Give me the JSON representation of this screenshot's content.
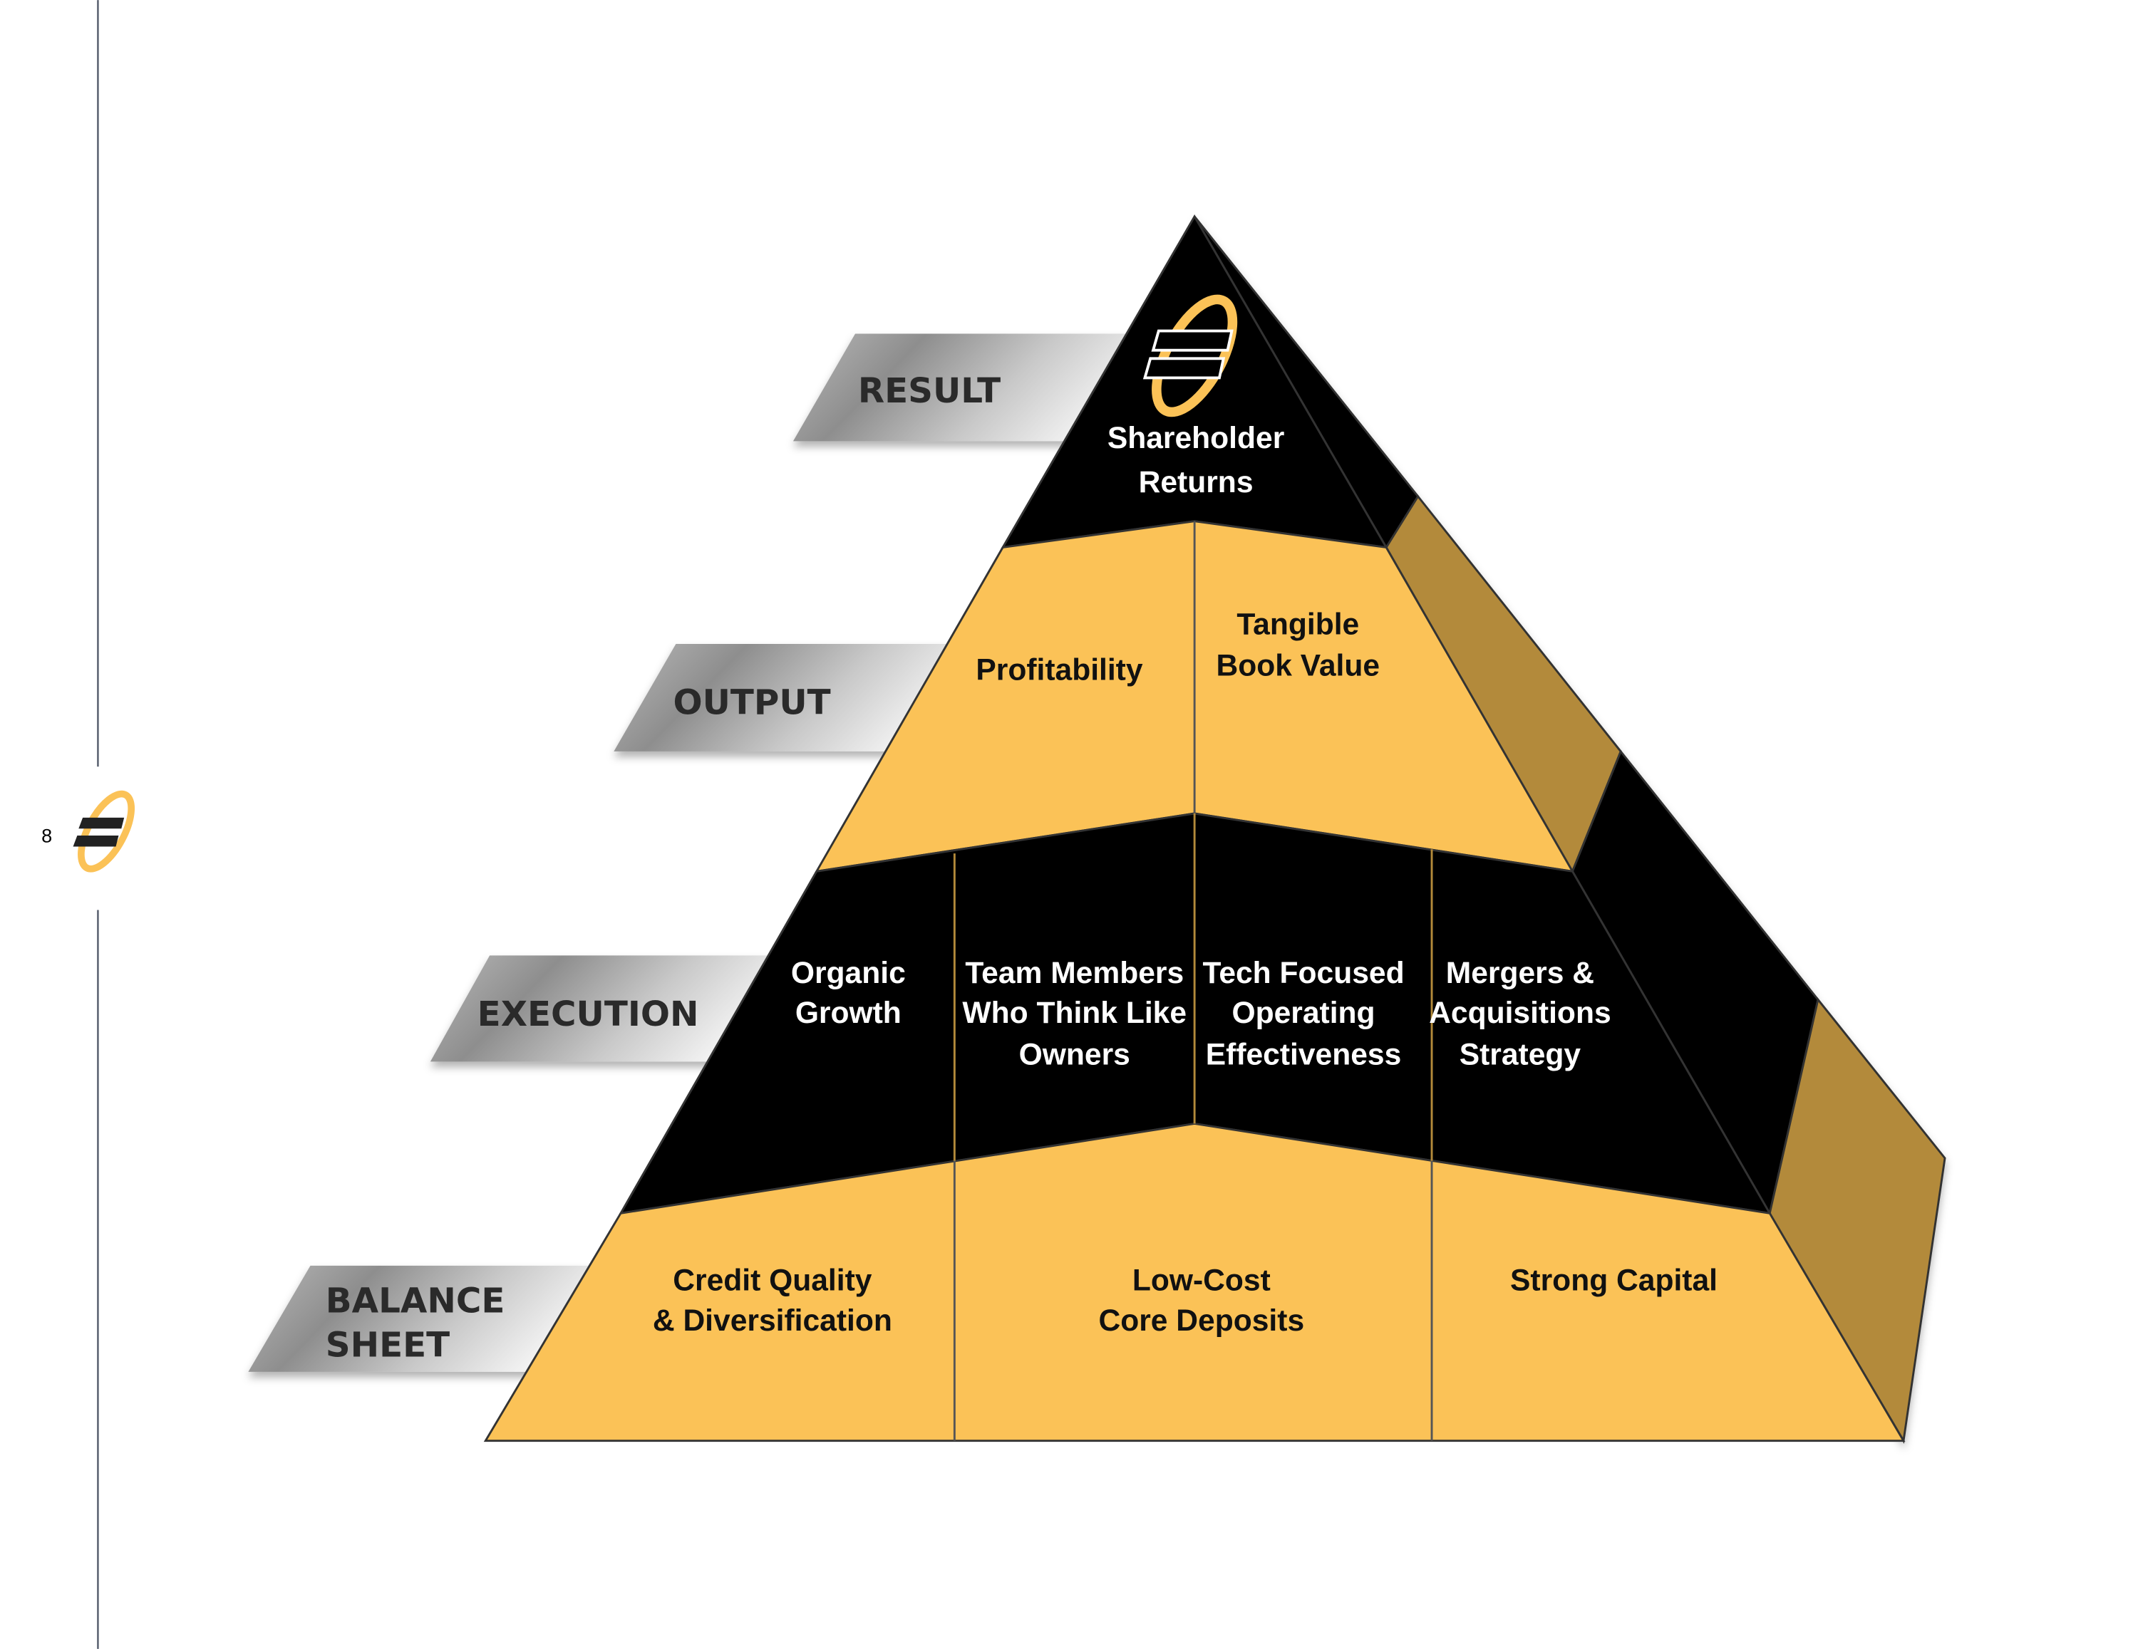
{
  "page": {
    "number": "8"
  },
  "colors": {
    "gold": "#fbc257",
    "gold_side": "#b38a3a",
    "black": "#000000",
    "ribbon": "#a9a9a9",
    "rule": "#5a6170"
  },
  "ribbons": {
    "result": "RESULT",
    "output": "OUTPUT",
    "execution": "EXECUTION",
    "balance_sheet": [
      "BALANCE",
      "SHEET"
    ]
  },
  "pyramid": {
    "result": [
      "Shareholder",
      "Returns"
    ],
    "output": [
      [
        "Profitability"
      ],
      [
        "Tangible",
        "Book Value"
      ]
    ],
    "execution": [
      [
        "Organic",
        "Growth"
      ],
      [
        "Team Members",
        "Who Think Like",
        "Owners"
      ],
      [
        "Tech Focused",
        "Operating",
        "Effectiveness"
      ],
      [
        "Mergers &",
        "Acquisitions",
        "Strategy"
      ]
    ],
    "balance_sheet": [
      [
        "Credit Quality",
        "& Diversification"
      ],
      [
        "Low-Cost",
        "Core Deposits"
      ],
      [
        "Strong Capital"
      ]
    ]
  }
}
